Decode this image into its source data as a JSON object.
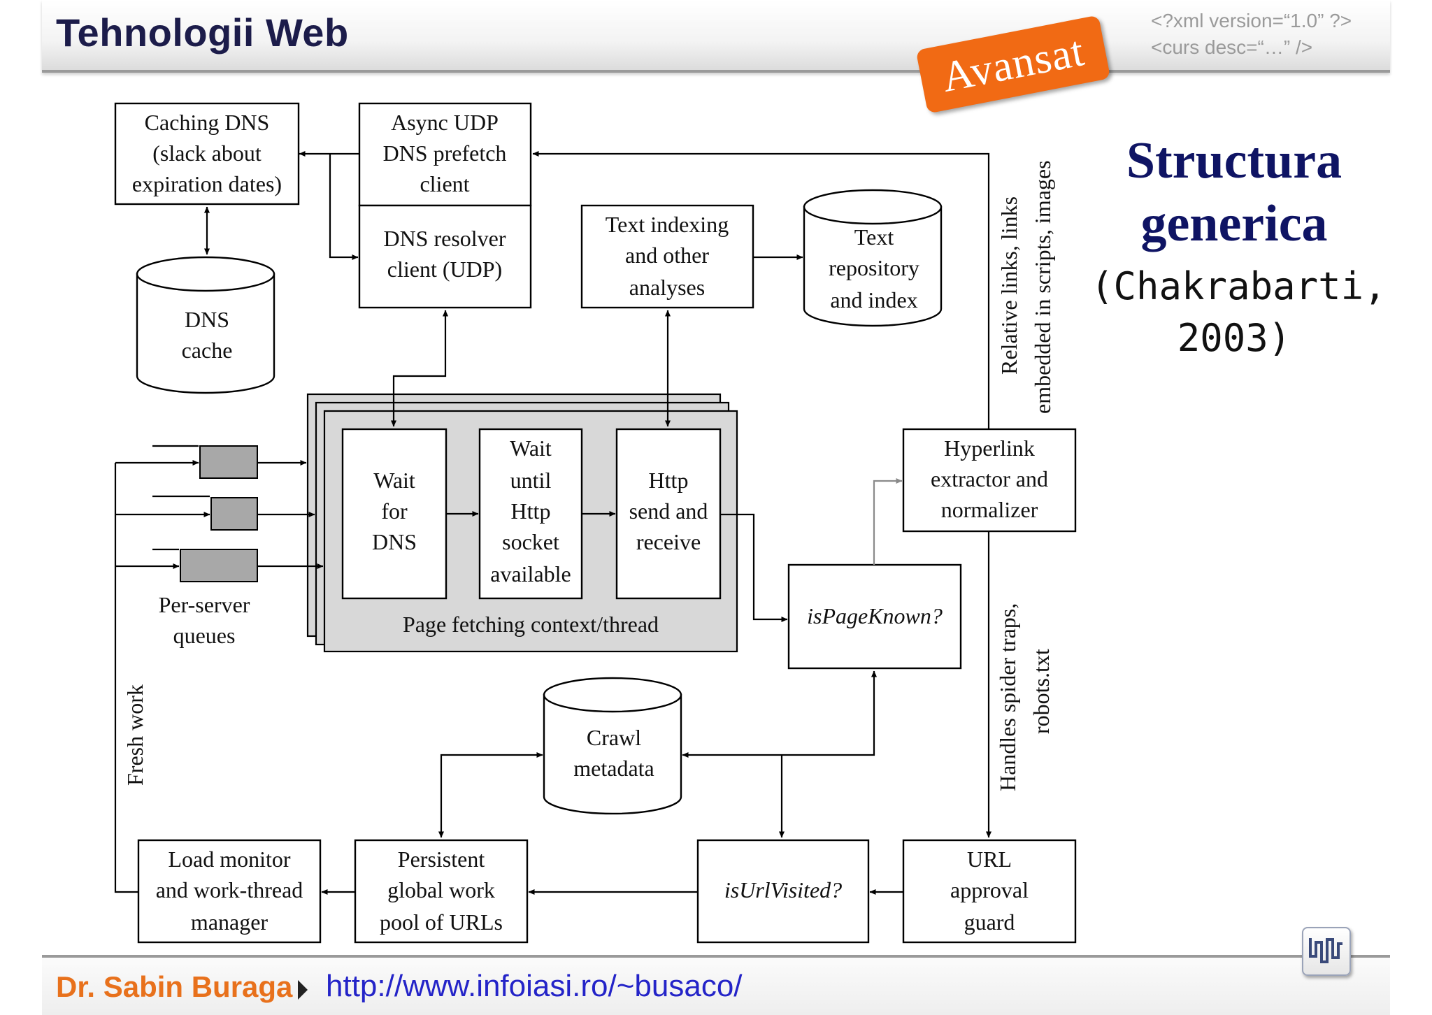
{
  "header": {
    "title": "Tehnologii Web",
    "xml_line1": "<?xml version=“1.0” ?>",
    "xml_line2": "<curs desc=“…” />",
    "badge": "Avansat"
  },
  "side": {
    "title_line1": "Structura",
    "title_line2": "generica",
    "cite_line1": "(Chakrabarti,",
    "cite_line2": "2003)"
  },
  "diagram": {
    "caching_dns": [
      "Caching DNS",
      "(slack about",
      "expiration dates)"
    ],
    "async_udp": [
      "Async UDP",
      "DNS prefetch",
      "client"
    ],
    "dns_resolver": [
      "DNS resolver",
      "client (UDP)"
    ],
    "text_indexing": [
      "Text indexing",
      "and other",
      "analyses"
    ],
    "text_repository": [
      "Text",
      "repository",
      "and  index"
    ],
    "dns_cache": [
      "DNS",
      "cache"
    ],
    "wait_dns": [
      "Wait",
      "for",
      "DNS"
    ],
    "wait_socket": [
      "Wait",
      "until",
      "Http",
      "socket",
      "available"
    ],
    "http_send": [
      "Http",
      "send and",
      "receive"
    ],
    "page_fetching": "Page fetching context/thread",
    "per_server_queues": [
      "Per-server",
      "queues"
    ],
    "hyperlink_extractor": [
      "Hyperlink",
      "extractor and",
      "normalizer"
    ],
    "is_page_known": "isPageKnown?",
    "crawl_metadata": [
      "Crawl",
      "metadata"
    ],
    "load_monitor": [
      "Load monitor",
      "and work-thread",
      "manager"
    ],
    "persistent_pool": [
      "Persistent",
      "global work",
      "pool of URLs"
    ],
    "is_url_visited": "isUrlVisited?",
    "url_guard": [
      "URL",
      "approval",
      "guard"
    ],
    "fresh_work": "Fresh work",
    "relative_links": [
      "Relative links, links",
      "embedded in scripts, images"
    ],
    "handles_traps": [
      "Handles spider traps,",
      "robots.txt"
    ]
  },
  "footer": {
    "author": "Dr. Sabin Buraga",
    "url": "http://www.infoiasi.ro/~busaco/"
  },
  "colors": {
    "title": "#1c1c4a",
    "badge": "#f16a14",
    "side_title": "#0f1464",
    "author": "#e8711c",
    "link": "#2424c8"
  }
}
